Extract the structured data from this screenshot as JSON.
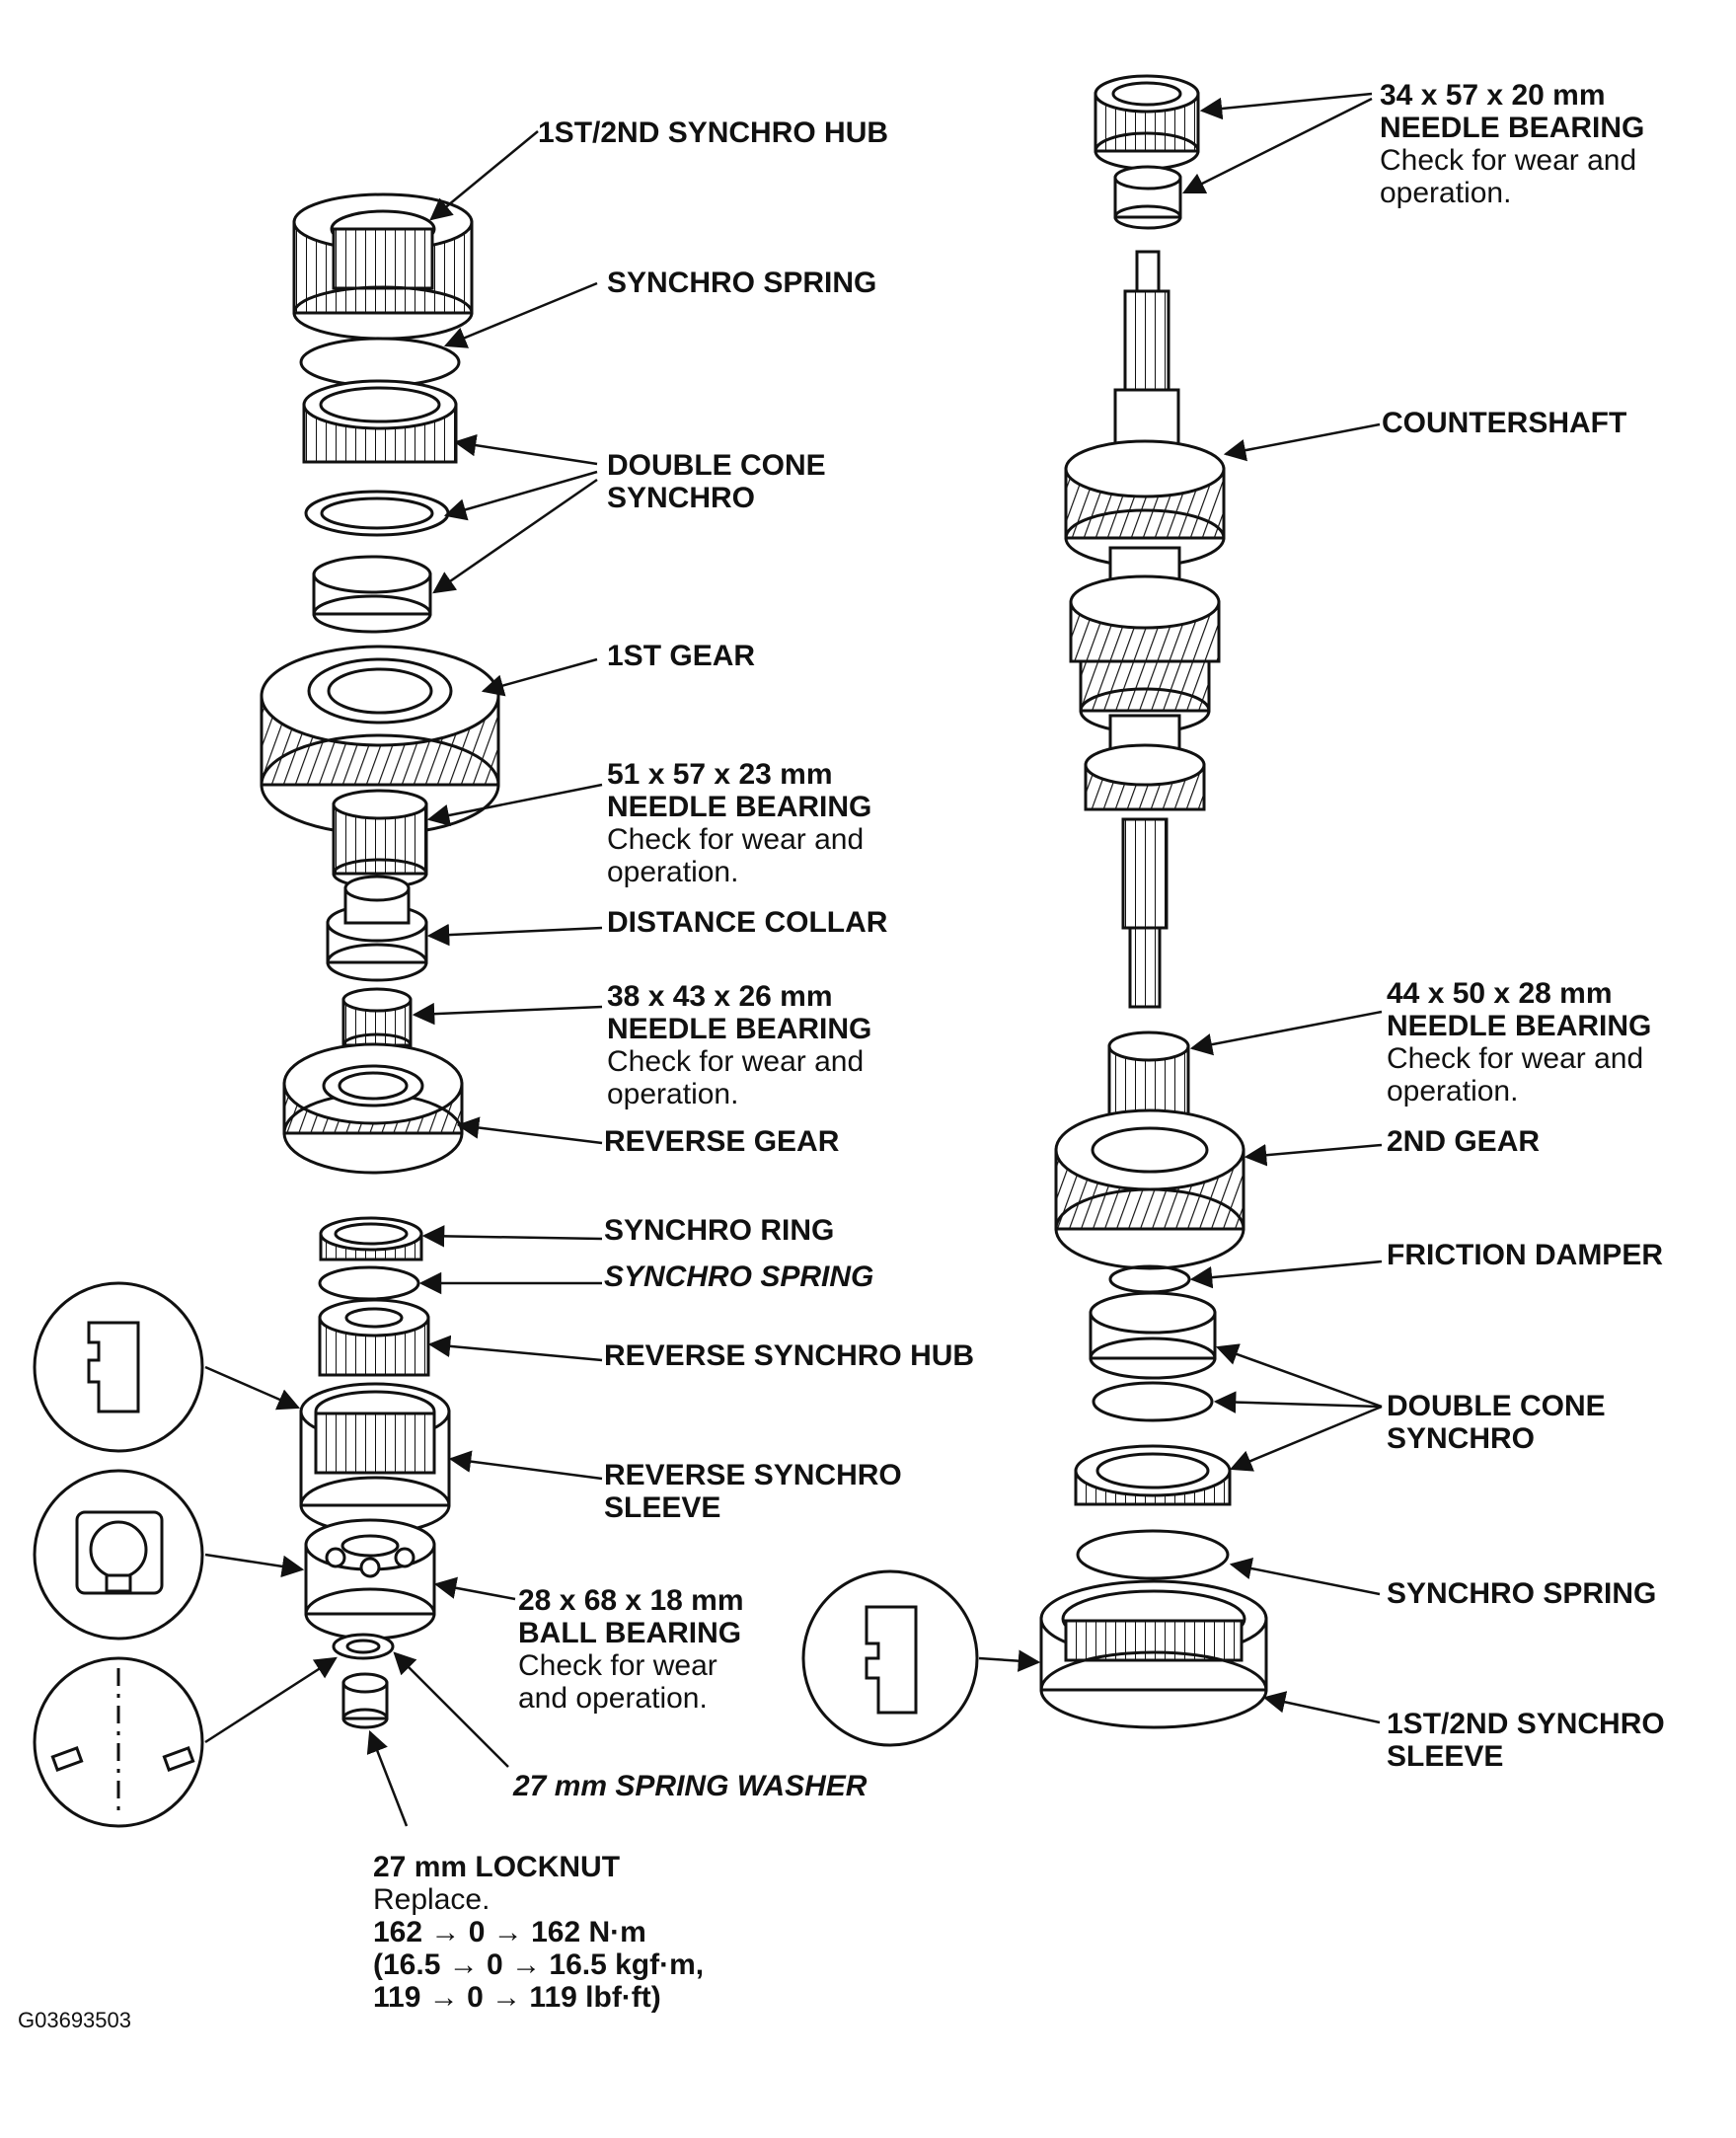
{
  "labels": {
    "hub_1_2": "1ST/2ND SYNCHRO HUB",
    "spring_left_top": "SYNCHRO SPRING",
    "dcs_left_1": "DOUBLE CONE",
    "dcs_left_2": "SYNCHRO",
    "gear_1st": "1ST GEAR",
    "nb51_size": "51 x 57 x 23 mm",
    "nb51_name": "NEEDLE BEARING",
    "nb51_note1": "Check for wear and",
    "nb51_note2": "operation.",
    "distance_collar": "DISTANCE COLLAR",
    "nb38_size": "38 x 43 x 26 mm",
    "nb38_name": "NEEDLE BEARING",
    "nb38_note1": "Check for wear and",
    "nb38_note2": "operation.",
    "reverse_gear": "REVERSE GEAR",
    "synchro_ring": "SYNCHRO RING",
    "spring_left_mid": "SYNCHRO SPRING",
    "rev_hub": "REVERSE SYNCHRO HUB",
    "rev_sleeve_1": "REVERSE SYNCHRO",
    "rev_sleeve_2": "SLEEVE",
    "bb_size": "28 x 68 x 18 mm",
    "bb_name": "BALL BEARING",
    "bb_note1": "Check for wear",
    "bb_note2": "and operation.",
    "spring_washer": "27 mm SPRING WASHER",
    "locknut": "27 mm LOCKNUT",
    "locknut_note": "Replace.",
    "torque_1": "162 → 0 → 162 N·m",
    "torque_2": "(16.5 → 0 → 16.5 kgf·m,",
    "torque_3": "119 → 0 → 119 lbf·ft)",
    "nb34_size": "34 x 57 x 20 mm",
    "nb34_name": "NEEDLE BEARING",
    "nb34_note1": "Check for wear and",
    "nb34_note2": "operation.",
    "countershaft": "COUNTERSHAFT",
    "nb44_size": "44 x 50 x 28 mm",
    "nb44_name": "NEEDLE BEARING",
    "nb44_note1": "Check for wear and",
    "nb44_note2": "operation.",
    "gear_2nd": "2ND GEAR",
    "friction_damper": "FRICTION DAMPER",
    "dcs_right_1": "DOUBLE CONE",
    "dcs_right_2": "SYNCHRO",
    "spring_right": "SYNCHRO SPRING",
    "sleeve_1_2_a": "1ST/2ND SYNCHRO",
    "sleeve_1_2_b": "SLEEVE"
  },
  "figure_code": "G03693503",
  "colors": {
    "ink": "#111111",
    "paper": "#ffffff",
    "shade": "#d9d9d9"
  }
}
